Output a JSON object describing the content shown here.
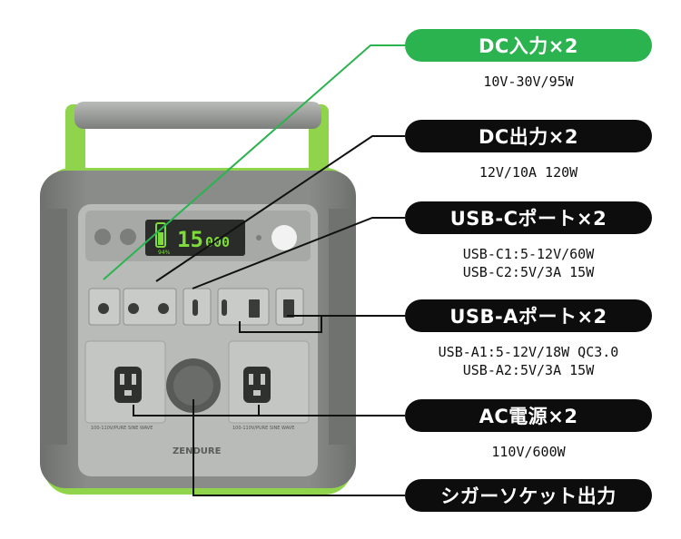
{
  "device": {
    "brand": "ZENDURE",
    "display_digits": "15",
    "display_power": "000",
    "display_percent": "94%",
    "socket_caption": "100-110V/PURE SINE WAVE"
  },
  "callouts": [
    {
      "title": "DC入力×2",
      "specs": [
        "10V-30V/95W"
      ],
      "style": "green"
    },
    {
      "title": "DC出力×2",
      "specs": [
        "12V/10A 120W"
      ],
      "style": "black"
    },
    {
      "title": "USB-Cポート×2",
      "specs": [
        "USB-C1:5-12V/60W",
        "USB-C2:5V/3A 15W"
      ],
      "style": "black"
    },
    {
      "title": "USB-Aポート×2",
      "specs": [
        "USB-A1:5-12V/18W QC3.0",
        "USB-A2:5V/3A 15W"
      ],
      "style": "black"
    },
    {
      "title": "AC電源×2",
      "specs": [
        "110V/600W"
      ],
      "style": "black"
    },
    {
      "title": "シガーソケット出力",
      "specs": [],
      "style": "black"
    }
  ],
  "colors": {
    "accent_green": "#2bb34f",
    "handle_green": "#8fd44a",
    "label_black": "#0d0d0d"
  }
}
